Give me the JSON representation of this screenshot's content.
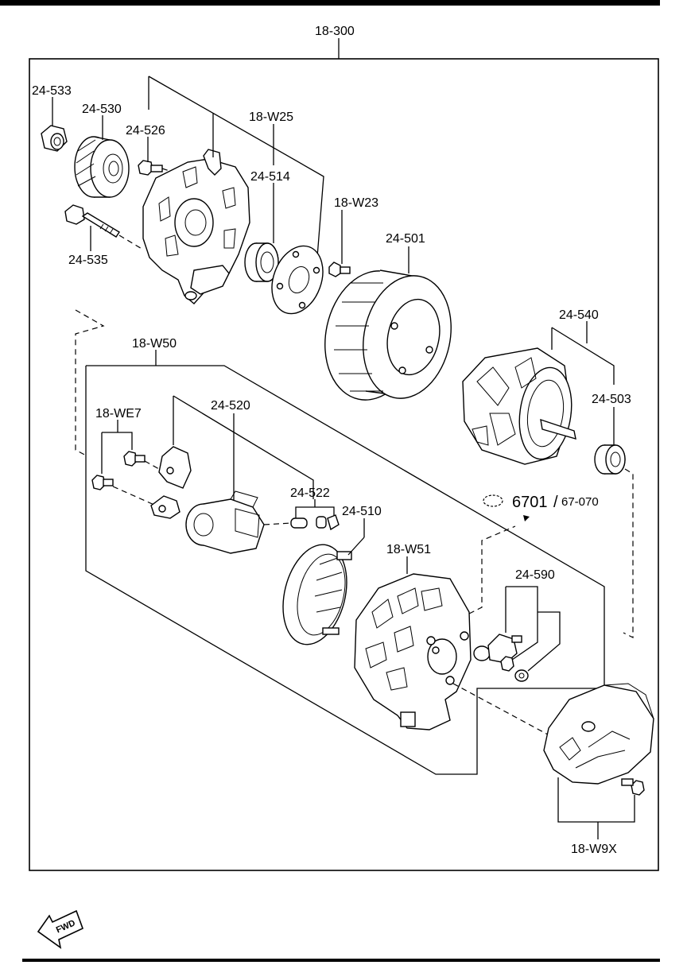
{
  "assembly_label": "18-300",
  "callouts": {
    "c24_533": "24-533",
    "c24_530": "24-530",
    "c24_526": "24-526",
    "c18_W25": "18-W25",
    "c24_514": "24-514",
    "c18_W23": "18-W23",
    "c24_501": "24-501",
    "c24_535": "24-535",
    "c24_540": "24-540",
    "c24_503": "24-503",
    "c18_W50": "18-W50",
    "c18_WE7": "18-WE7",
    "c24_520": "24-520",
    "c24_522": "24-522",
    "c24_510": "24-510",
    "c18_W51": "18-W51",
    "c24_590": "24-590",
    "c18_W9X": "18-W9X"
  },
  "reference": {
    "main": "6701",
    "separator": "/",
    "sub": "67-070"
  },
  "fwd_badge": "FWD",
  "icons": {
    "reference-symbol": "dashed-ellipse",
    "fwd-arrow": "arrow-left"
  }
}
